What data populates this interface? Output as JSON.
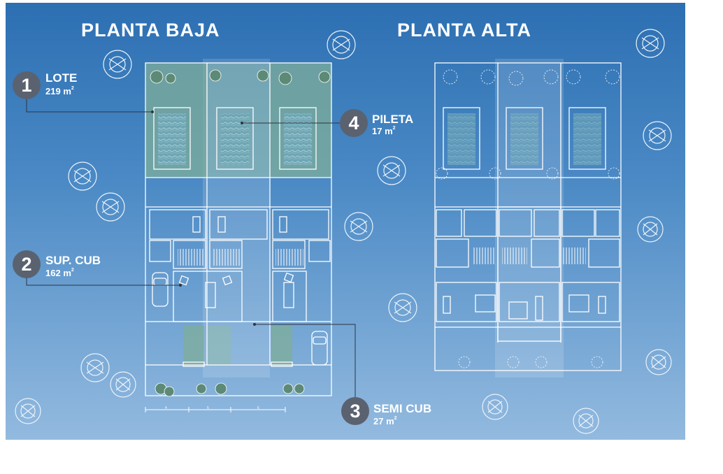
{
  "titles": {
    "ground_floor": "PLANTA BAJA",
    "upper_floor": "PLANTA ALTA"
  },
  "callouts": [
    {
      "number": "1",
      "label": "LOTE",
      "value": "219",
      "unit": "m",
      "unit_exp": "2"
    },
    {
      "number": "2",
      "label": "SUP. CUB",
      "value": "162",
      "unit": "m",
      "unit_exp": "2"
    },
    {
      "number": "3",
      "label": "SEMI CUB",
      "value": "27",
      "unit": "m",
      "unit_exp": "2"
    },
    {
      "number": "4",
      "label": "PILETA",
      "value": "17",
      "unit": "m",
      "unit_exp": "2"
    }
  ],
  "scale_bar": {
    "ticks": [
      "4",
      "5",
      "6"
    ]
  },
  "colors": {
    "sky_top": "#2c6fb2",
    "sky_bottom": "#93badf",
    "lines": "#ffffff",
    "badge": "#5a6270",
    "highlight_green": "#7fae9a"
  }
}
